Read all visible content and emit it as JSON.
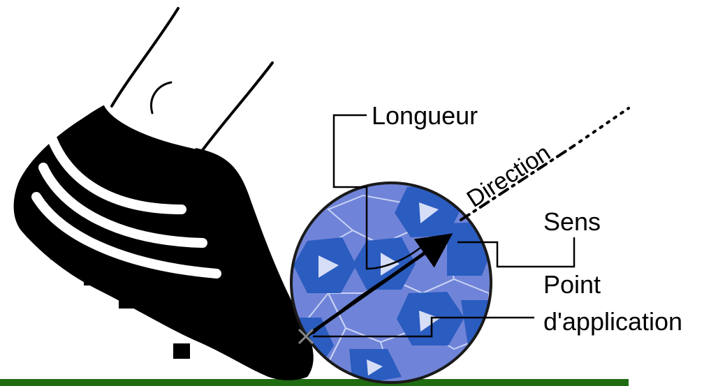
{
  "labels": {
    "longueur": "Longueur",
    "direction": "Direction",
    "sens": "Sens",
    "point_line1": "Point",
    "point_line2": "d'application"
  },
  "colors": {
    "ball_base": "#6f84d8",
    "ball_light": "#8fa2e4",
    "ball_dark": "#2b5cc0",
    "ball_outline": "#1a1a1a",
    "ground": "#1f6b12",
    "shoe": "#000000",
    "stripes": "#ffffff",
    "leader_lines": "#000000"
  },
  "icons": {
    "shoe": "football-boot-icon",
    "ball": "soccer-ball-icon",
    "arrow": "force-vector-arrow-icon"
  }
}
